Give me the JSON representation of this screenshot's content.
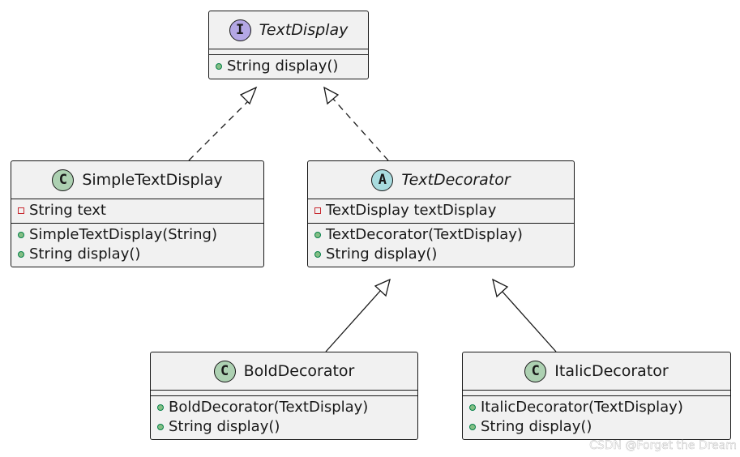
{
  "classes": {
    "text_display": {
      "badge": "I",
      "name": "TextDisplay",
      "attributes": [],
      "methods": [
        "String display()"
      ]
    },
    "simple_text_display": {
      "badge": "C",
      "name": "SimpleTextDisplay",
      "attributes": [
        "String text"
      ],
      "methods": [
        "SimpleTextDisplay(String)",
        "String display()"
      ]
    },
    "text_decorator": {
      "badge": "A",
      "name": "TextDecorator",
      "attributes": [
        "TextDisplay textDisplay"
      ],
      "methods": [
        "TextDecorator(TextDisplay)",
        "String display()"
      ]
    },
    "bold_decorator": {
      "badge": "C",
      "name": "BoldDecorator",
      "attributes": [],
      "methods": [
        "BoldDecorator(TextDisplay)",
        "String display()"
      ]
    },
    "italic_decorator": {
      "badge": "C",
      "name": "ItalicDecorator",
      "attributes": [],
      "methods": [
        "ItalicDecorator(TextDisplay)",
        "String display()"
      ]
    }
  },
  "relations": [
    {
      "from": "SimpleTextDisplay",
      "to": "TextDisplay",
      "kind": "realization"
    },
    {
      "from": "TextDecorator",
      "to": "TextDisplay",
      "kind": "realization"
    },
    {
      "from": "BoldDecorator",
      "to": "TextDecorator",
      "kind": "generalization"
    },
    {
      "from": "ItalicDecorator",
      "to": "TextDecorator",
      "kind": "generalization"
    }
  ],
  "watermark": "CSDN @Forget the Dream",
  "colors": {
    "class_fill": "#f1f1f1",
    "border": "#181818",
    "badge_class": "#add1b2",
    "badge_interface": "#b4a7e5",
    "badge_abstract": "#a9dcdf",
    "public_marker": "#84be84",
    "private_marker": "#c82930"
  }
}
